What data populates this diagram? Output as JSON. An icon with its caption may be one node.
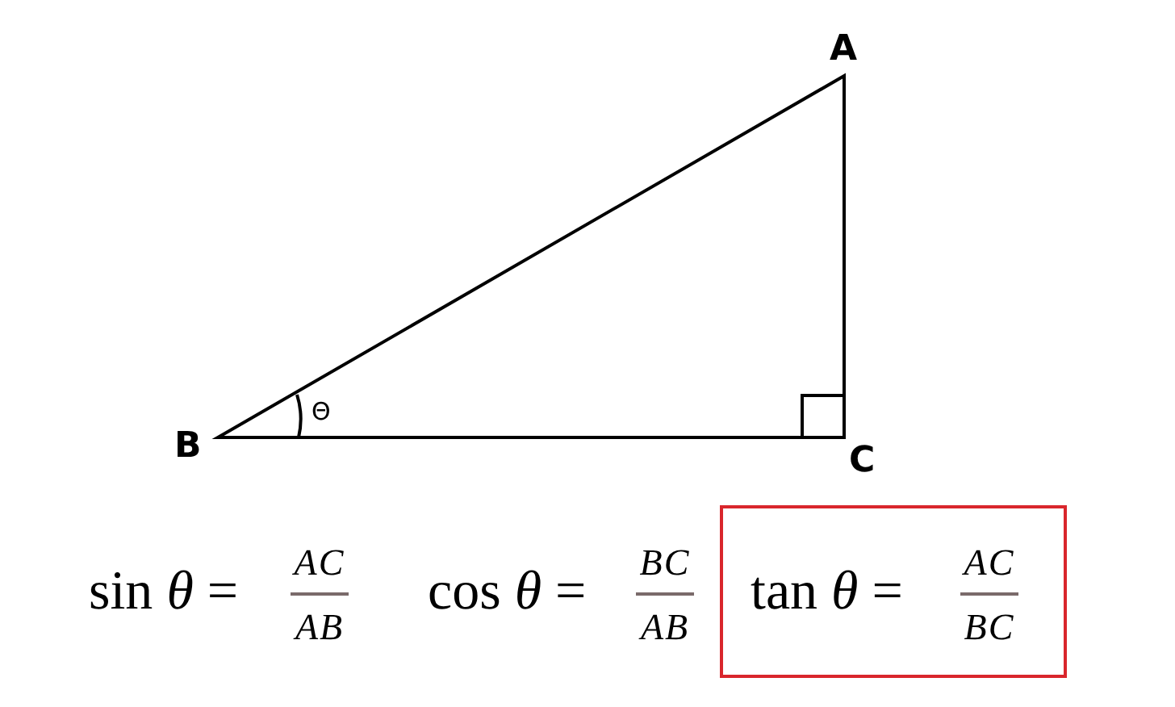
{
  "diagram": {
    "nodes": [
      {
        "text": [
          "tan *θ* =",
          "AC",
          "BC"
        ]
      }
    ],
    "labels": [
      "A",
      "Θ",
      "B",
      "C",
      "sin *θ* =",
      "AC",
      "AB",
      "cos *θ* =",
      "BC",
      "AB"
    ]
  }
}
